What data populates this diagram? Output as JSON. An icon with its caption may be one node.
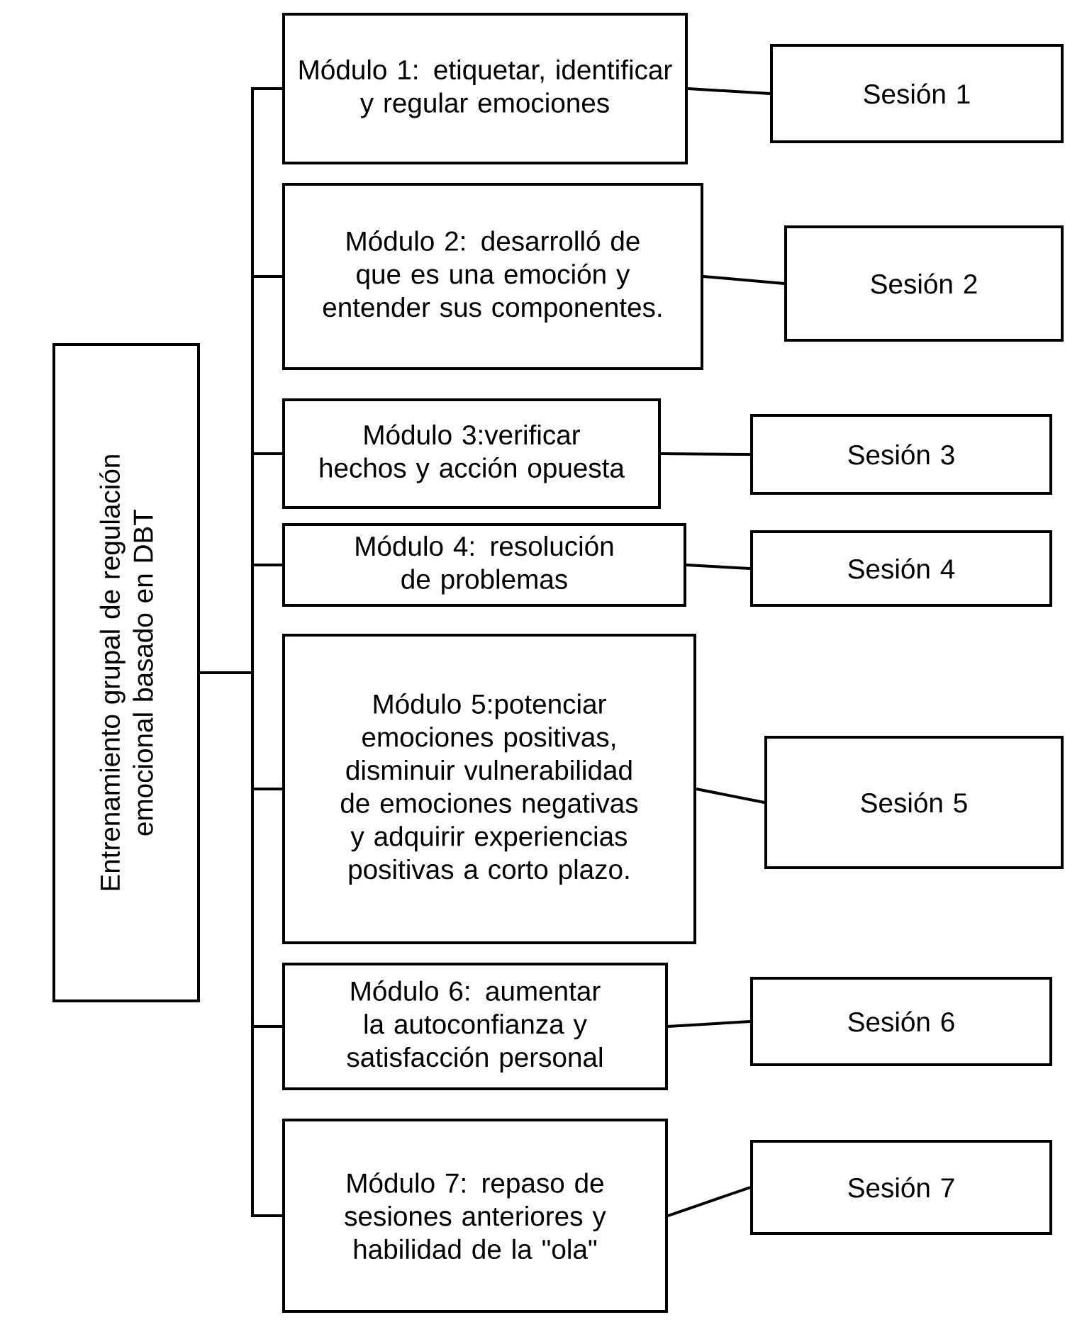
{
  "diagram": {
    "nodes": [
      {
        "text": [
          "Entrenamiento grupal de regulación emocional basado en DBT"
        ]
      },
      {
        "text": [
          "Módulo 1: etiquetar, identificar y regular emociones"
        ]
      },
      {
        "text": [
          "Sesión 1"
        ]
      },
      {
        "text": [
          "Módulo 2: desarrolló de que es una emoción y entender sus componentes."
        ]
      },
      {
        "text": [
          "Sesión 2"
        ]
      },
      {
        "text": [
          "Módulo 3:verificar hechos y acción opuesta"
        ]
      },
      {
        "text": [
          "Sesión 3"
        ]
      },
      {
        "text": [
          "Módulo 4: resolución de problemas"
        ]
      },
      {
        "text": [
          "Sesión 4"
        ]
      },
      {
        "text": [
          "Módulo 5:potenciar emociones positivas, disminuir vulnerabilidad de emociones negativas y adquirir experiencias positivas a corto plazo."
        ]
      },
      {
        "text": [
          "Sesión 5"
        ]
      },
      {
        "text": [
          "Módulo 6: aumentar la autoconfianza y satisfacción personal"
        ]
      },
      {
        "text": [
          "Sesión 6"
        ]
      },
      {
        "text": [
          "Módulo 7:  repaso de sesiones anteriores y habilidad de la \"ola\""
        ]
      },
      {
        "text": [
          "Sesión 7"
        ]
      }
    ],
    "edges": [
      {
        "from": 0,
        "to": 1,
        "arrow": "none"
      },
      {
        "from": 0,
        "to": 3,
        "arrow": "none"
      },
      {
        "from": 0,
        "to": 5,
        "arrow": "none"
      },
      {
        "from": 0,
        "to": 7,
        "arrow": "none"
      },
      {
        "from": 0,
        "to": 9,
        "arrow": "none"
      },
      {
        "from": 0,
        "to": 11,
        "arrow": "none"
      },
      {
        "from": 0,
        "to": 13,
        "arrow": "none"
      },
      {
        "from": 1,
        "to": 2,
        "arrow": "none"
      },
      {
        "from": 3,
        "to": 4,
        "arrow": "none"
      },
      {
        "from": 5,
        "to": 6,
        "arrow": "none"
      },
      {
        "from": 7,
        "to": 8,
        "arrow": "none"
      },
      {
        "from": 9,
        "to": 10,
        "arrow": "none"
      },
      {
        "from": 11,
        "to": 12,
        "arrow": "none"
      },
      {
        "from": 13,
        "to": 14,
        "arrow": "none"
      }
    ]
  }
}
